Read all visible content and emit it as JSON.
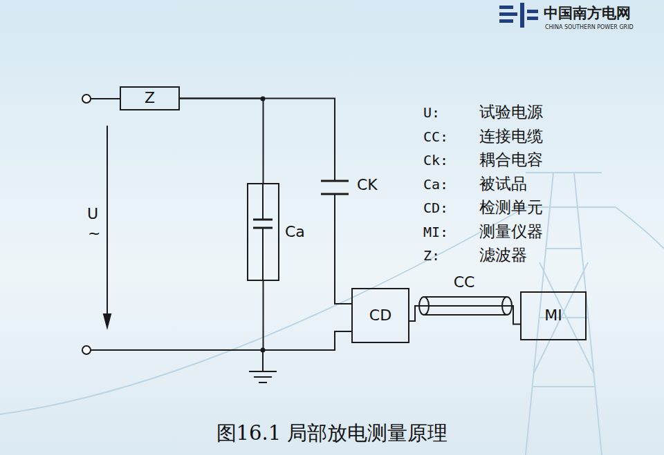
{
  "diagram": {
    "caption": "图16.1 局部放电测量原理",
    "nodes": [
      {
        "text": [
          "Z"
        ]
      },
      {
        "text": [
          "Ca"
        ]
      },
      {
        "text": [
          "CD"
        ]
      },
      {
        "text": [
          "MI"
        ]
      }
    ],
    "edges": [
      {
        "from": 0,
        "to": 1,
        "arrow": "none"
      },
      {
        "from": 0,
        "to": 2,
        "arrow": "none"
      },
      {
        "from": 1,
        "to": 2,
        "arrow": "none"
      },
      {
        "from": 2,
        "to": 3,
        "arrow": "none",
        "label": "CC"
      }
    ],
    "labels": [
      "中国南方电网",
      "CHINA SOUTHERN POWER GRID",
      "U:",
      "试验电源",
      "CC:",
      "连接电缆",
      "Ck:",
      "耦合电容",
      "Ca:",
      "被试品",
      "CD:",
      "检测单元",
      "MI:",
      "测量仪器",
      "Z:",
      "滤波器",
      "CK",
      "U",
      "~"
    ]
  }
}
